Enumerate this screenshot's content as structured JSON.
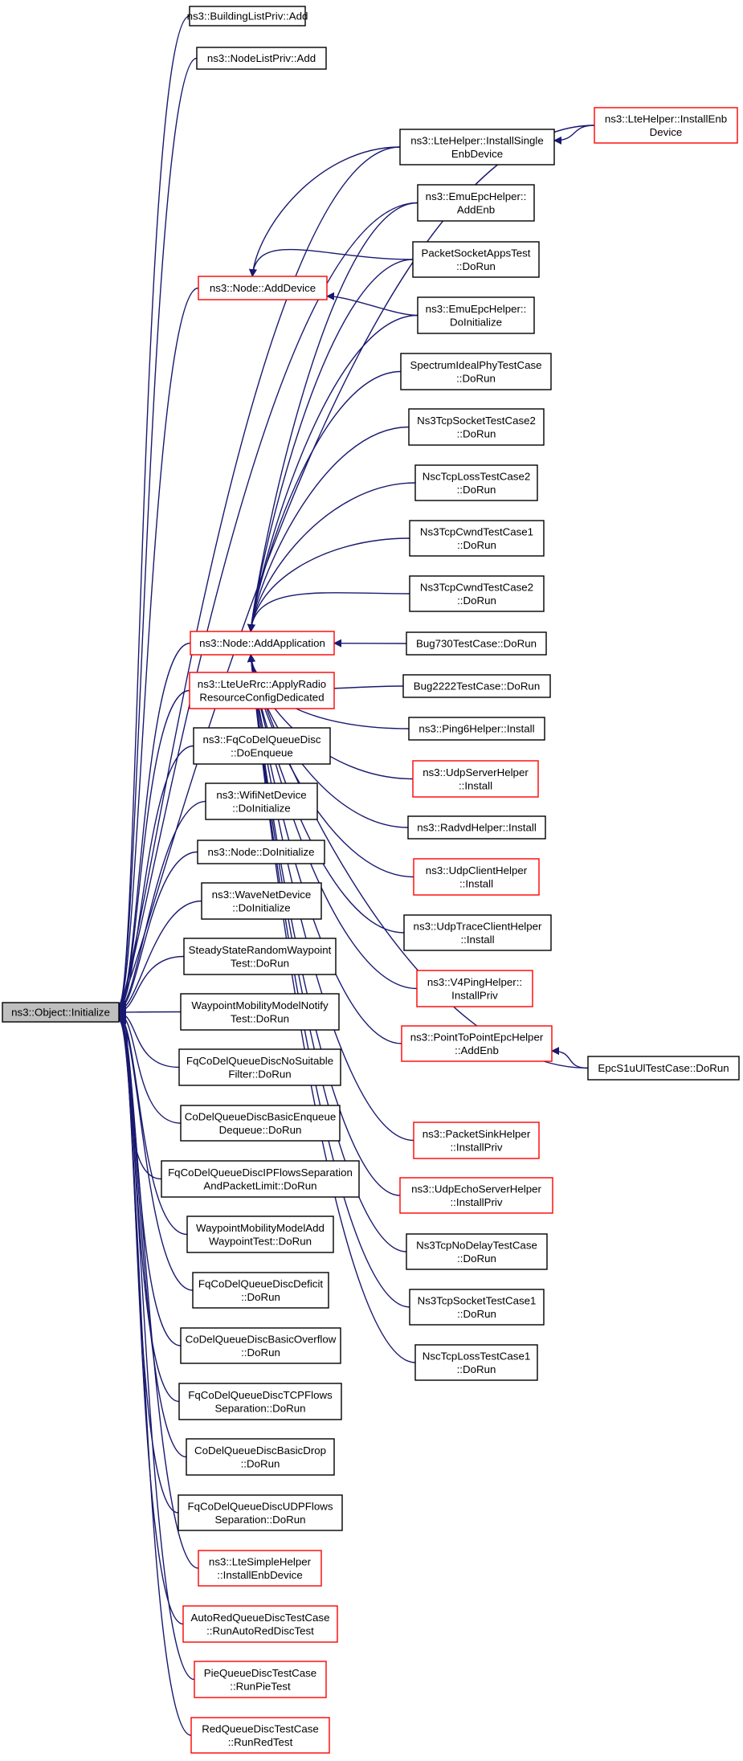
{
  "colors": {
    "edge": "#191970",
    "box_border": "#000000",
    "box_border_highlight": "#ff0000",
    "root_fill": "#bfbfbf",
    "background": "#ffffff"
  },
  "root": {
    "id": "root",
    "lines": [
      "ns3::Object::Initialize"
    ]
  },
  "nodes": [
    {
      "id": "buildinglist_add",
      "lines": [
        "ns3::BuildingListPriv::Add"
      ],
      "red": false
    },
    {
      "id": "nodelist_add",
      "lines": [
        "ns3::NodeListPriv::Add"
      ],
      "red": false
    },
    {
      "id": "lte_installsingle",
      "lines": [
        "ns3::LteHelper::InstallSingle",
        "EnbDevice"
      ],
      "red": false
    },
    {
      "id": "lte_installenb",
      "lines": [
        "ns3::LteHelper::InstallEnb",
        "Device"
      ],
      "red": true
    },
    {
      "id": "emu_addenb",
      "lines": [
        "ns3::EmuEpcHelper::",
        "AddEnb"
      ],
      "red": false
    },
    {
      "id": "node_adddevice",
      "lines": [
        "ns3::Node::AddDevice"
      ],
      "red": true
    },
    {
      "id": "packetsocket_dorun",
      "lines": [
        "PacketSocketAppsTest",
        "::DoRun"
      ],
      "red": false
    },
    {
      "id": "emu_doinit",
      "lines": [
        "ns3::EmuEpcHelper::",
        "DoInitialize"
      ],
      "red": false
    },
    {
      "id": "spectrum_dorun",
      "lines": [
        "SpectrumIdealPhyTestCase",
        "::DoRun"
      ],
      "red": false
    },
    {
      "id": "ns3tcpsocket2",
      "lines": [
        "Ns3TcpSocketTestCase2",
        "::DoRun"
      ],
      "red": false
    },
    {
      "id": "nsctcploss2",
      "lines": [
        "NscTcpLossTestCase2",
        "::DoRun"
      ],
      "red": false
    },
    {
      "id": "ns3tcpcwnd1",
      "lines": [
        "Ns3TcpCwndTestCase1",
        "::DoRun"
      ],
      "red": false
    },
    {
      "id": "ns3tcpcwnd2",
      "lines": [
        "Ns3TcpCwndTestCase2",
        "::DoRun"
      ],
      "red": false
    },
    {
      "id": "node_addapp",
      "lines": [
        "ns3::Node::AddApplication"
      ],
      "red": true
    },
    {
      "id": "bug730",
      "lines": [
        "Bug730TestCase::DoRun"
      ],
      "red": false
    },
    {
      "id": "bug2222",
      "lines": [
        "Bug2222TestCase::DoRun"
      ],
      "red": false
    },
    {
      "id": "ping6_install",
      "lines": [
        "ns3::Ping6Helper::Install"
      ],
      "red": false
    },
    {
      "id": "udpserver_install",
      "lines": [
        "ns3::UdpServerHelper",
        "::Install"
      ],
      "red": true
    },
    {
      "id": "radvd_install",
      "lines": [
        "ns3::RadvdHelper::Install"
      ],
      "red": false
    },
    {
      "id": "udpclient_install",
      "lines": [
        "ns3::UdpClientHelper",
        "::Install"
      ],
      "red": true
    },
    {
      "id": "udptrace_install",
      "lines": [
        "ns3::UdpTraceClientHelper",
        "::Install"
      ],
      "red": false
    },
    {
      "id": "v4ping_install",
      "lines": [
        "ns3::V4PingHelper::",
        "InstallPriv"
      ],
      "red": true
    },
    {
      "id": "p2pepc_addenb",
      "lines": [
        "ns3::PointToPointEpcHelper",
        "::AddEnb"
      ],
      "red": true
    },
    {
      "id": "epcs1u_dorun",
      "lines": [
        "EpcS1uUlTestCase::DoRun"
      ],
      "red": false
    },
    {
      "id": "packetsink_install",
      "lines": [
        "ns3::PacketSinkHelper",
        "::InstallPriv"
      ],
      "red": true
    },
    {
      "id": "udpecho_install",
      "lines": [
        "ns3::UdpEchoServerHelper",
        "::InstallPriv"
      ],
      "red": true
    },
    {
      "id": "ns3tcpnodelay",
      "lines": [
        "Ns3TcpNoDelayTestCase",
        "::DoRun"
      ],
      "red": false
    },
    {
      "id": "ns3tcpsocket1",
      "lines": [
        "Ns3TcpSocketTestCase1",
        "::DoRun"
      ],
      "red": false
    },
    {
      "id": "nsctcploss1",
      "lines": [
        "NscTcpLossTestCase1",
        "::DoRun"
      ],
      "red": false
    },
    {
      "id": "lteuerrc",
      "lines": [
        "ns3::LteUeRrc::ApplyRadio",
        "ResourceConfigDedicated"
      ],
      "red": true
    },
    {
      "id": "fqcodel_enqueue",
      "lines": [
        "ns3::FqCoDelQueueDisc",
        "::DoEnqueue"
      ],
      "red": false
    },
    {
      "id": "wifinet_doinit",
      "lines": [
        "ns3::WifiNetDevice",
        "::DoInitialize"
      ],
      "red": false
    },
    {
      "id": "node_doinit",
      "lines": [
        "ns3::Node::DoInitialize"
      ],
      "red": false
    },
    {
      "id": "wavenet_doinit",
      "lines": [
        "ns3::WaveNetDevice",
        "::DoInitialize"
      ],
      "red": false
    },
    {
      "id": "steadystate",
      "lines": [
        "SteadyStateRandomWaypoint",
        "Test::DoRun"
      ],
      "red": false
    },
    {
      "id": "waypoint_notify",
      "lines": [
        "WaypointMobilityModelNotify",
        "Test::DoRun"
      ],
      "red": false
    },
    {
      "id": "fqcodel_nosuitable",
      "lines": [
        "FqCoDelQueueDiscNoSuitable",
        "Filter::DoRun"
      ],
      "red": false
    },
    {
      "id": "codel_enqueue",
      "lines": [
        "CoDelQueueDiscBasicEnqueue",
        "Dequeue::DoRun"
      ],
      "red": false
    },
    {
      "id": "fqcodel_ipflows",
      "lines": [
        "FqCoDelQueueDiscIPFlowsSeparation",
        "AndPacketLimit::DoRun"
      ],
      "red": false
    },
    {
      "id": "waypoint_add",
      "lines": [
        "WaypointMobilityModelAdd",
        "WaypointTest::DoRun"
      ],
      "red": false
    },
    {
      "id": "fqcodel_deficit",
      "lines": [
        "FqCoDelQueueDiscDeficit",
        "::DoRun"
      ],
      "red": false
    },
    {
      "id": "codel_overflow",
      "lines": [
        "CoDelQueueDiscBasicOverflow",
        "::DoRun"
      ],
      "red": false
    },
    {
      "id": "fqcodel_tcpflows",
      "lines": [
        "FqCoDelQueueDiscTCPFlows",
        "Separation::DoRun"
      ],
      "red": false
    },
    {
      "id": "codel_drop",
      "lines": [
        "CoDelQueueDiscBasicDrop",
        "::DoRun"
      ],
      "red": false
    },
    {
      "id": "fqcodel_udpflows",
      "lines": [
        "FqCoDelQueueDiscUDPFlows",
        "Separation::DoRun"
      ],
      "red": false
    },
    {
      "id": "ltesimple",
      "lines": [
        "ns3::LteSimpleHelper",
        "::InstallEnbDevice"
      ],
      "red": true
    },
    {
      "id": "autored",
      "lines": [
        "AutoRedQueueDiscTestCase",
        "::RunAutoRedDiscTest"
      ],
      "red": true
    },
    {
      "id": "pie",
      "lines": [
        "PieQueueDiscTestCase",
        "::RunPieTest"
      ],
      "red": true
    },
    {
      "id": "red",
      "lines": [
        "RedQueueDiscTestCase",
        "::RunRedTest"
      ],
      "red": true
    }
  ],
  "edges": [
    [
      "buildinglist_add",
      "root"
    ],
    [
      "nodelist_add",
      "root"
    ],
    [
      "lte_installenb",
      "root"
    ],
    [
      "lte_installsingle",
      "root"
    ],
    [
      "emu_addenb",
      "root"
    ],
    [
      "node_adddevice",
      "root"
    ],
    [
      "node_addapp",
      "root"
    ],
    [
      "lteuerrc",
      "root"
    ],
    [
      "fqcodel_enqueue",
      "root"
    ],
    [
      "wifinet_doinit",
      "root"
    ],
    [
      "node_doinit",
      "root"
    ],
    [
      "wavenet_doinit",
      "root"
    ],
    [
      "steadystate",
      "root"
    ],
    [
      "waypoint_notify",
      "root"
    ],
    [
      "fqcodel_nosuitable",
      "root"
    ],
    [
      "codel_enqueue",
      "root"
    ],
    [
      "fqcodel_ipflows",
      "root"
    ],
    [
      "waypoint_add",
      "root"
    ],
    [
      "fqcodel_deficit",
      "root"
    ],
    [
      "codel_overflow",
      "root"
    ],
    [
      "fqcodel_tcpflows",
      "root"
    ],
    [
      "codel_drop",
      "root"
    ],
    [
      "fqcodel_udpflows",
      "root"
    ],
    [
      "ltesimple",
      "root"
    ],
    [
      "autored",
      "root"
    ],
    [
      "pie",
      "root"
    ],
    [
      "red",
      "root"
    ],
    [
      "lte_installenb",
      "lte_installsingle"
    ],
    [
      "lte_installsingle",
      "node_adddevice"
    ],
    [
      "packetsocket_dorun",
      "node_adddevice"
    ],
    [
      "emu_doinit",
      "node_adddevice"
    ],
    [
      "emu_addenb",
      "node_addapp"
    ],
    [
      "packetsocket_dorun",
      "node_addapp"
    ],
    [
      "emu_doinit",
      "node_addapp"
    ],
    [
      "spectrum_dorun",
      "node_addapp"
    ],
    [
      "ns3tcpsocket2",
      "node_addapp"
    ],
    [
      "nsctcploss2",
      "node_addapp"
    ],
    [
      "ns3tcpcwnd1",
      "node_addapp"
    ],
    [
      "ns3tcpcwnd2",
      "node_addapp"
    ],
    [
      "bug730",
      "node_addapp"
    ],
    [
      "bug2222",
      "node_addapp"
    ],
    [
      "ping6_install",
      "node_addapp"
    ],
    [
      "udpserver_install",
      "node_addapp"
    ],
    [
      "radvd_install",
      "node_addapp"
    ],
    [
      "udpclient_install",
      "node_addapp"
    ],
    [
      "udptrace_install",
      "node_addapp"
    ],
    [
      "v4ping_install",
      "node_addapp"
    ],
    [
      "p2pepc_addenb",
      "node_addapp"
    ],
    [
      "epcs1u_dorun",
      "node_addapp"
    ],
    [
      "packetsink_install",
      "node_addapp"
    ],
    [
      "udpecho_install",
      "node_addapp"
    ],
    [
      "ns3tcpnodelay",
      "node_addapp"
    ],
    [
      "ns3tcpsocket1",
      "node_addapp"
    ],
    [
      "nsctcploss1",
      "node_addapp"
    ],
    [
      "epcs1u_dorun",
      "p2pepc_addenb"
    ]
  ]
}
